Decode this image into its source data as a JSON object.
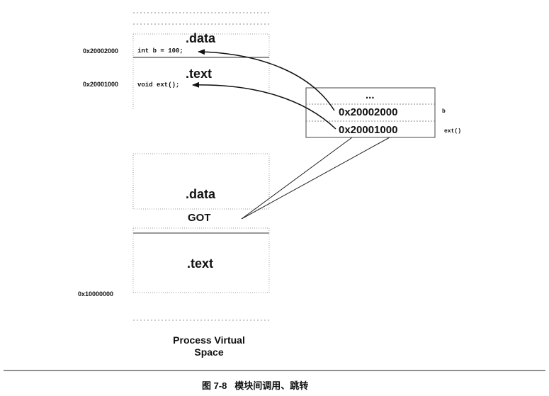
{
  "upper_segment": {
    "data_label": ".data",
    "data_address": "0x20002000",
    "data_code": "int b = 100;",
    "text_label": ".text",
    "text_address": "0x20001000",
    "text_code": "void ext();"
  },
  "got_table": {
    "cells": [
      "...",
      "0x20002000",
      "0x20001000"
    ],
    "entry_labels": [
      "b",
      "ext()"
    ]
  },
  "lower_segment": {
    "data_label": ".data",
    "got_label": "GOT",
    "text_label": ".text",
    "base_address": "0x10000000"
  },
  "caption": {
    "line1": "Process Virtual",
    "line2": "Space"
  },
  "figure_caption": "图 7-8   模块间调用、跳转"
}
